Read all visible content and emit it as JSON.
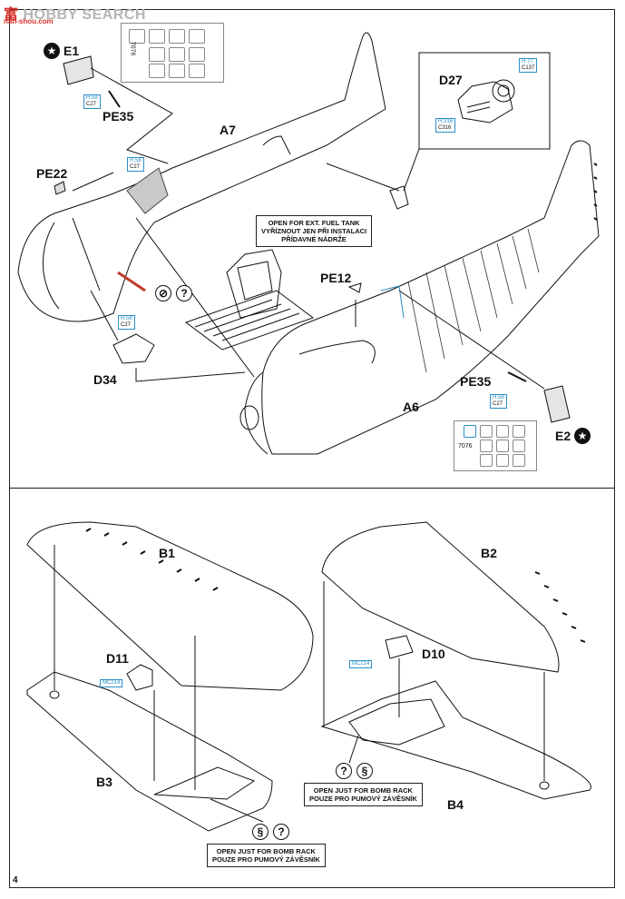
{
  "watermark": {
    "brand_red": "富",
    "brand_rest": "HOBBY SEARCH",
    "sub": "nan-shou.com"
  },
  "page_number": "4",
  "upper": {
    "labels": {
      "e1": "E1",
      "e2": "E2",
      "pe35_top": "PE35",
      "pe35_bottom": "PE35",
      "a7": "A7",
      "a6": "A6",
      "pe22": "PE22",
      "pe12": "PE12",
      "d27": "D27",
      "d34": "D34"
    },
    "refs": {
      "pe35_top": {
        "code": "H.58",
        "color": "C27"
      },
      "pe22": {
        "code": "H.58",
        "color": "C27"
      },
      "d34": {
        "code": "H.58",
        "color": "C27"
      },
      "d27_top": {
        "code": "H.77",
        "color": "C137"
      },
      "d27_left": {
        "code": "H.316",
        "color": "C316"
      },
      "pe35_bottom": {
        "code": "H.58",
        "color": "C27"
      }
    },
    "fuel_note": {
      "line1": "OPEN FOR EXT. FUEL TANK",
      "line2": "VYŘÍZNOUT JEN PŘI INSTALACI",
      "line3": "PŘÍDAVNÉ NÁDRŽE"
    },
    "symbols": {
      "cut": "⊘",
      "query": "?"
    },
    "star": "★",
    "mask_text": "7076"
  },
  "lower": {
    "labels": {
      "b1": "B1",
      "b2": "B2",
      "b3": "B3",
      "b4": "B4",
      "d10": "D10",
      "d11": "D11"
    },
    "refs": {
      "d11": {
        "code": "MC214"
      },
      "d10": {
        "code": "MC214"
      }
    },
    "bomb_note_left": {
      "line1": "OPEN JUST FOR BOMB RACK",
      "line2": "POUZE PRO PUMOVÝ ZÁVĚSNÍK"
    },
    "bomb_note_right": {
      "line1": "OPEN JUST FOR BOMB RACK",
      "line2": "POUZE PRO PUMOVÝ ZÁVĚSNÍK"
    },
    "symbols": {
      "query": "?",
      "drill": "§"
    }
  },
  "colors": {
    "ink": "#111111",
    "paint_ref": "#2a8fc8",
    "cockpit_grey": "#c9c9c9",
    "red_part": "#c0392b"
  }
}
